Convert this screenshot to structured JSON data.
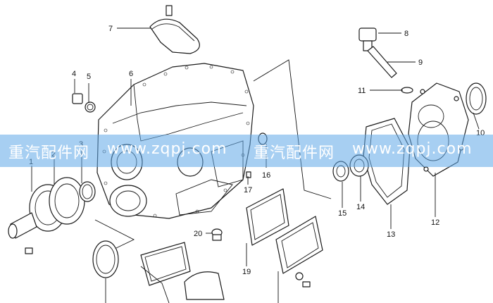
{
  "diagram": {
    "callouts": [
      "1",
      "2",
      "3",
      "4",
      "5",
      "6",
      "7",
      "8",
      "9",
      "10",
      "11",
      "12",
      "13",
      "14",
      "15",
      "16",
      "17",
      "19",
      "20"
    ]
  },
  "watermark": {
    "text_cn_1": "重汽配件网",
    "text_url_1": "www.zqpj.com",
    "text_cn_2": "重汽配件网",
    "text_url_2": "www.zqpj.com",
    "band_color": "#5fa8e8",
    "band_opacity": 0.55
  }
}
